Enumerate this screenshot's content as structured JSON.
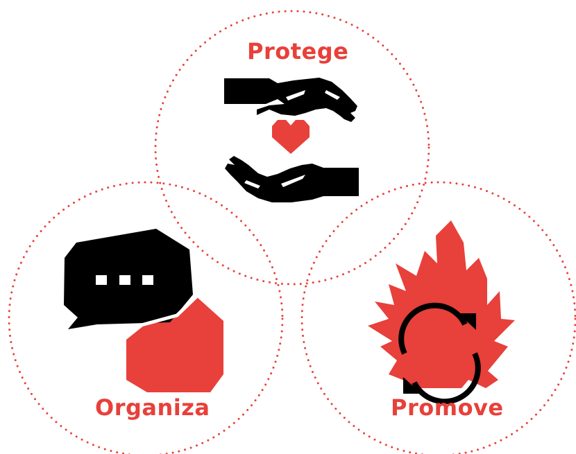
{
  "labels": {
    "protege": "Protege",
    "organiza": "Organiza",
    "promove": "Promove"
  },
  "colors": {
    "accent": "#e8403a",
    "ink": "#000000",
    "background": "#ffffff"
  },
  "icons": {
    "protege": "hands-holding-heart-icon",
    "organiza": "speech-bubbles-icon",
    "promove": "fire-with-cycle-arrows-icon"
  }
}
